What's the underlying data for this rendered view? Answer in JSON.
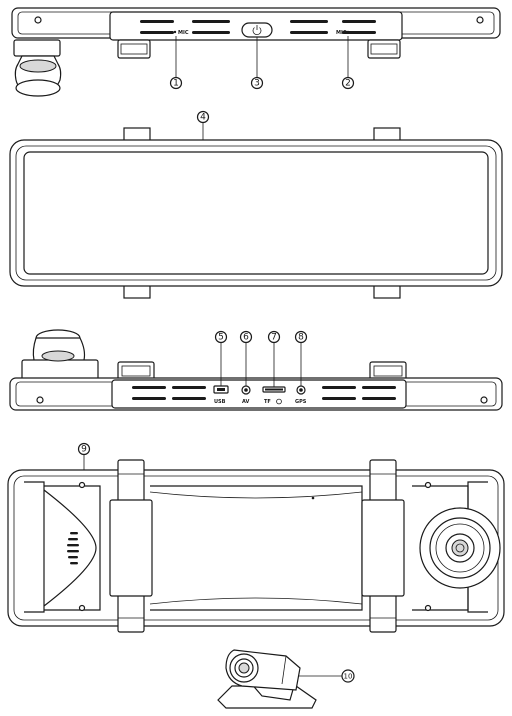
{
  "top_view": {
    "mic_left_label": "MIC",
    "mic_right_label": "MIC",
    "callouts": [
      "1",
      "3",
      "2"
    ]
  },
  "front_view": {
    "callouts": [
      "4"
    ]
  },
  "bottom_view": {
    "port_labels": [
      "USB",
      "AV",
      "TF",
      "GPS"
    ],
    "callouts": [
      "5",
      "6",
      "7",
      "8"
    ]
  },
  "back_view": {
    "callouts": [
      "9"
    ]
  },
  "rear_camera": {
    "callouts": [
      "10"
    ]
  }
}
